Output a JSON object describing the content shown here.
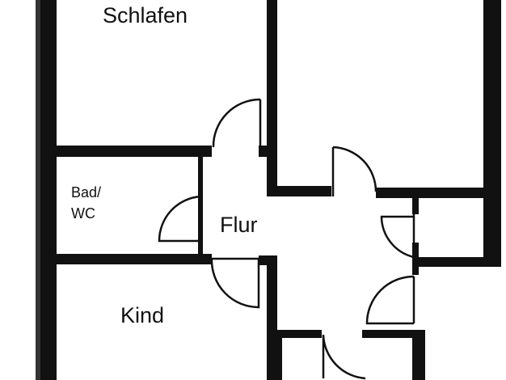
{
  "floor_plan": {
    "rooms": [
      {
        "name": "Schlafen"
      },
      {
        "name": "Bad/"
      },
      {
        "name": "WC"
      },
      {
        "name": "Flur"
      },
      {
        "name": "Kind"
      }
    ],
    "wall_color": "#111111",
    "background_color": "#ffffff"
  }
}
